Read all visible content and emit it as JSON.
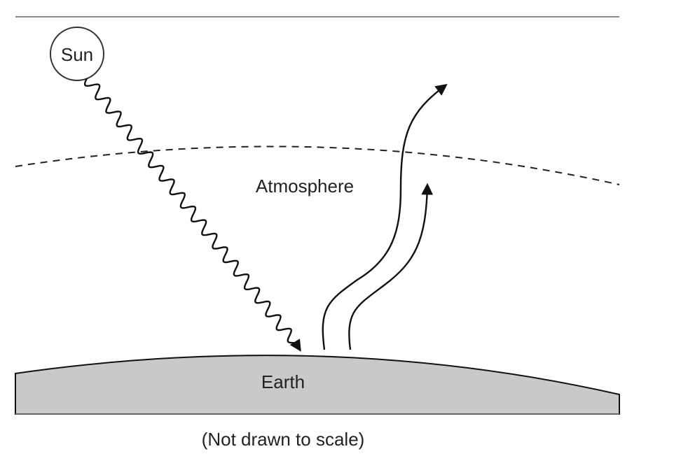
{
  "diagram": {
    "labels": {
      "sun": "Sun",
      "atmosphere": "Atmosphere",
      "earth": "Earth",
      "caption": "(Not drawn to scale)"
    },
    "colors": {
      "earth_fill": "#c9c9c9",
      "line": "#111111",
      "background": "#ffffff"
    }
  }
}
